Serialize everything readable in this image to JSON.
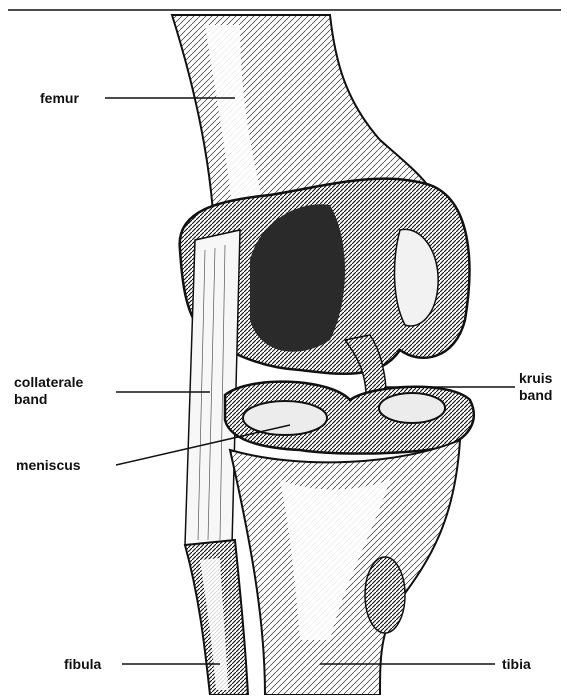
{
  "colors": {
    "ink": "#111111",
    "paper": "#ffffff",
    "bone_light": "#f2f2f2",
    "shade": "#3a3a3a"
  },
  "labels": {
    "femur": "femur",
    "collateral_line1": "collaterale",
    "collateral_line2": "band",
    "meniscus": "meniscus",
    "cruciate_line1": "kruis",
    "cruciate_line2": "band",
    "fibula": "fibula",
    "tibia": "tibia"
  }
}
